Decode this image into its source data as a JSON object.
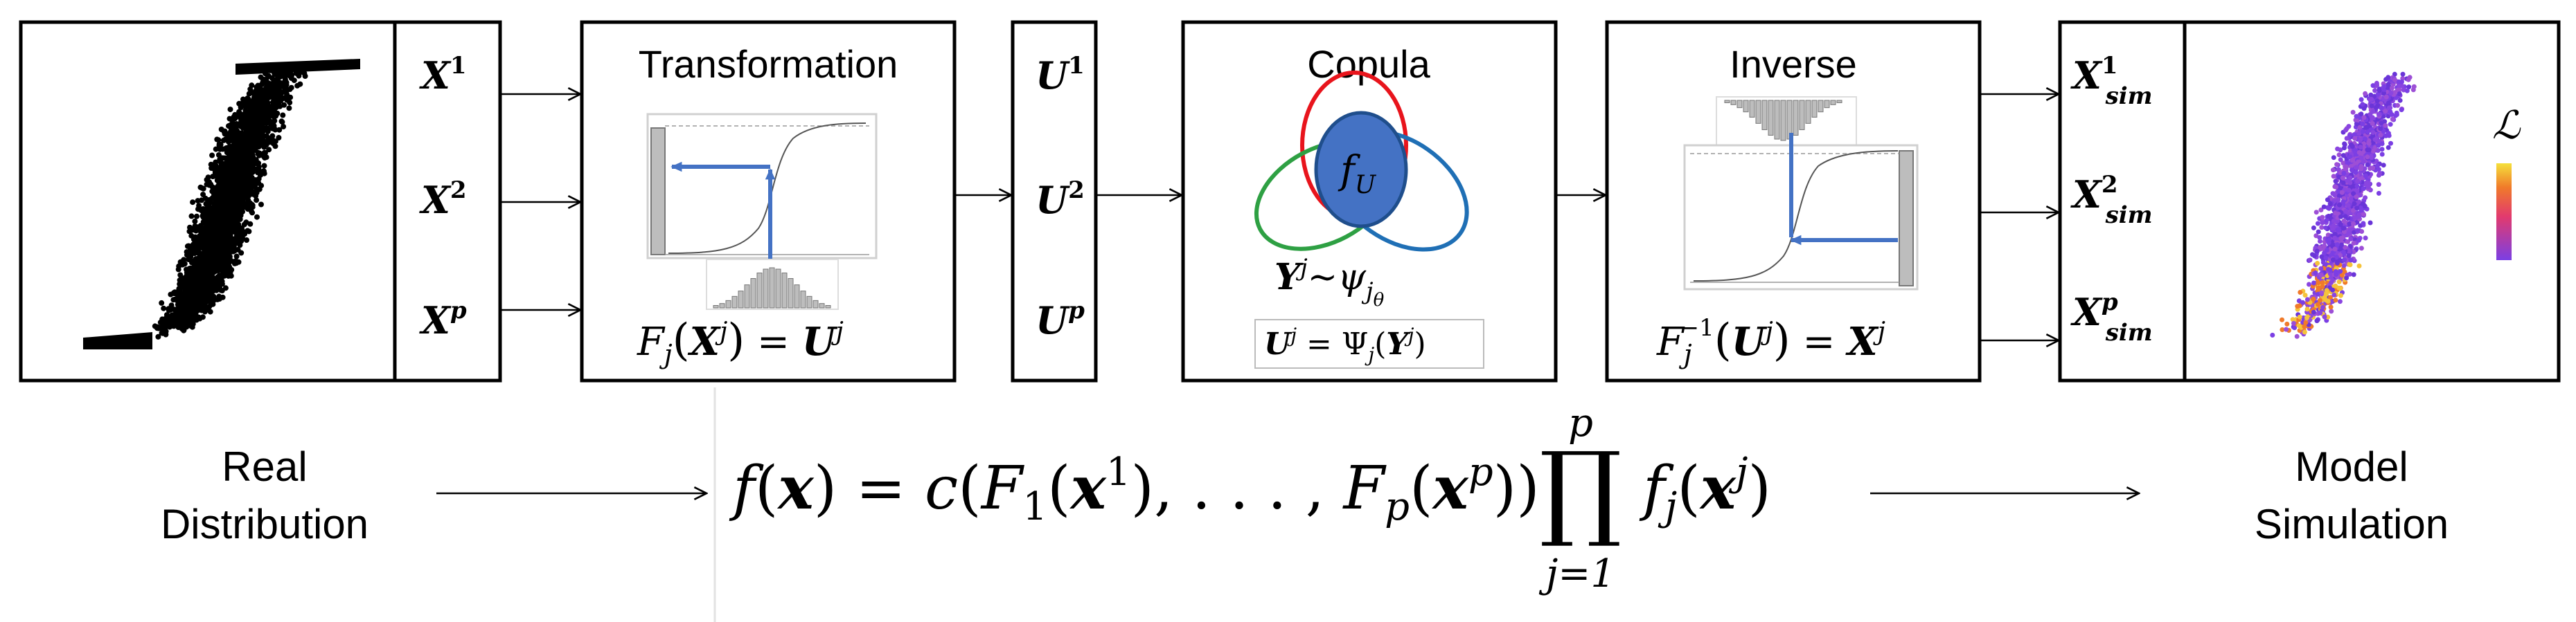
{
  "blocks": {
    "transformation": {
      "title": "Transformation",
      "formula_lhs": "F",
      "formula_sub": "j",
      "formula_rhs": "U",
      "formula_var": "X",
      "formula_sup": "j"
    },
    "copula": {
      "title": "Copula",
      "density_label": "f",
      "density_sub": "U",
      "y_label": "Y",
      "y_sup": "j",
      "tilde": "~",
      "psi": "ψ",
      "psi_sub": "j",
      "psi_subsub": "θ",
      "box_formula_u": "U",
      "box_formula_sup": "j",
      "box_formula_eq": " = ",
      "box_formula_psi": "Ψ",
      "box_formula_psi_sub": "j",
      "box_formula_y": "Y"
    },
    "inverse": {
      "title": "Inverse",
      "formula_f": "F",
      "formula_sub": "j",
      "formula_inv": "−1",
      "formula_u": "U",
      "formula_x": "X",
      "formula_sup": "j"
    }
  },
  "inputs": [
    {
      "var": "X",
      "sup": "1"
    },
    {
      "var": "X",
      "sup": "2"
    },
    {
      "var": "X",
      "sup": "p"
    }
  ],
  "uniforms": [
    {
      "var": "U",
      "sup": "1"
    },
    {
      "var": "U",
      "sup": "2"
    },
    {
      "var": "U",
      "sup": "p"
    }
  ],
  "outputs": [
    {
      "var": "X",
      "sup": "1",
      "sub": "sim"
    },
    {
      "var": "X",
      "sup": "2",
      "sub": "sim"
    },
    {
      "var": "X",
      "sup": "p",
      "sub": "sim"
    }
  ],
  "likelihood_symbol": "ℒ",
  "labels": {
    "real_line1": "Real",
    "real_line2": "Distribution",
    "model_line1": "Model",
    "model_line2": "Simulation"
  },
  "equation": {
    "lhs": "f(x) = c(F",
    "text_full": "f(𝒙) = c(F₁(𝒙¹), …, Fₚ(𝒙ᵖ)) ∏ fⱼ(𝒙ʲ)",
    "prod_top": "p",
    "prod_bottom": "j=1"
  },
  "colors": {
    "copula_red": "#e8141c",
    "copula_blue": "#1f6fb5",
    "copula_green": "#2ea043",
    "density_fill": "#4472c4",
    "cdf_arrow": "#4472c4",
    "scatter_low": "#7b3fe4",
    "scatter_high": "#f5c33b"
  }
}
